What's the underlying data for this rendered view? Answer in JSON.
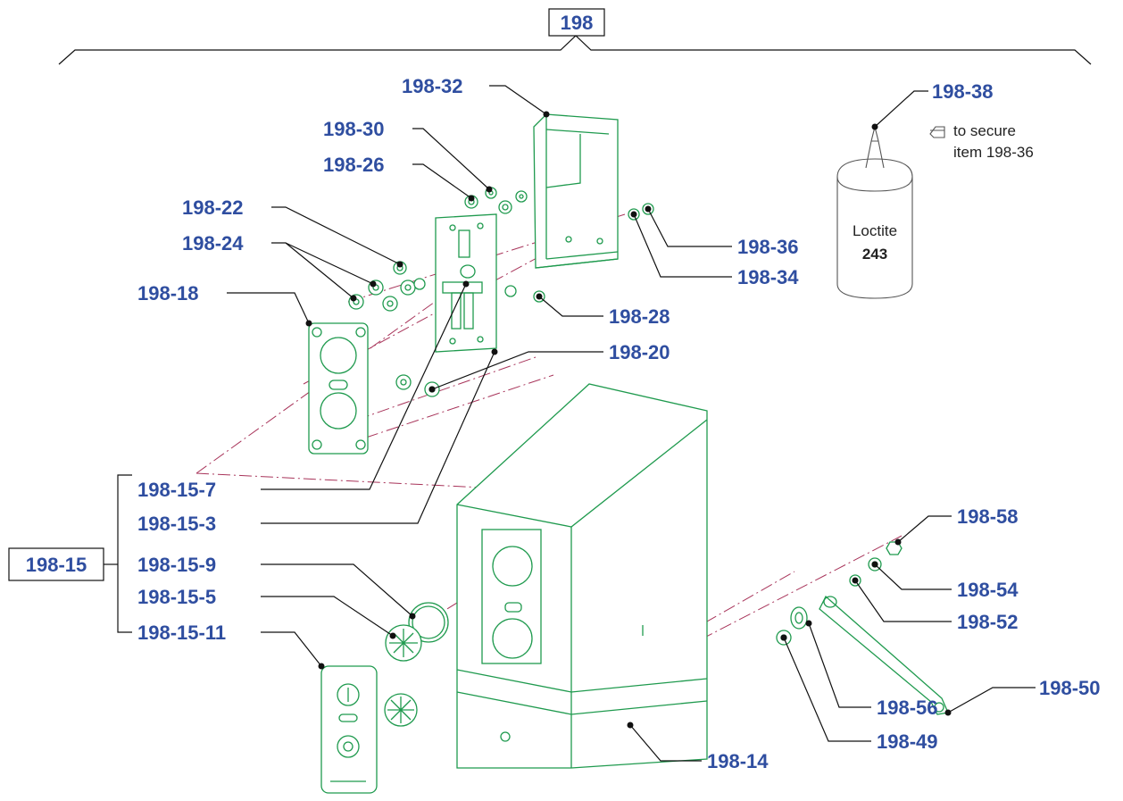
{
  "assembly": {
    "label": "198"
  },
  "subassembly": {
    "label": "198-15"
  },
  "callouts": {
    "c198_32": "198-32",
    "c198_30": "198-30",
    "c198_26": "198-26",
    "c198_22": "198-22",
    "c198_24": "198-24",
    "c198_18": "198-18",
    "c198_38": "198-38",
    "c198_36": "198-36",
    "c198_34": "198-34",
    "c198_28": "198-28",
    "c198_20": "198-20",
    "c198_15_7": "198-15-7",
    "c198_15_3": "198-15-3",
    "c198_15_9": "198-15-9",
    "c198_15_5": "198-15-5",
    "c198_15_11": "198-15-11",
    "c198_58": "198-58",
    "c198_54": "198-54",
    "c198_52": "198-52",
    "c198_50": "198-50",
    "c198_56": "198-56",
    "c198_49": "198-49",
    "c198_14": "198-14"
  },
  "note": {
    "icon": "pointing-hand-icon",
    "line1": "to secure",
    "line2": "item 198-36"
  },
  "bottle": {
    "brand": "Loctite",
    "grade": "243"
  },
  "colors": {
    "callout": "#2f4ea0",
    "parts": "#1f9a4e",
    "axis": "#a8345a"
  }
}
